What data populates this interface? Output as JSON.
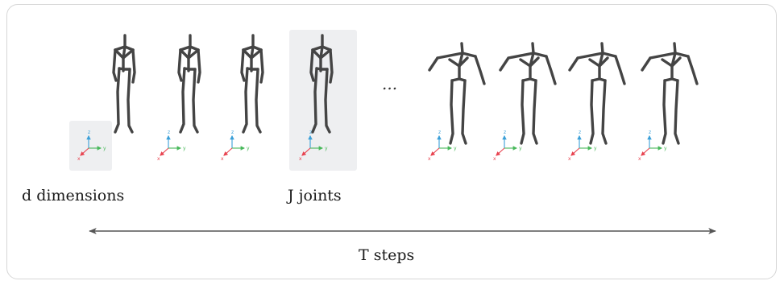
{
  "labels": {
    "dimensions": "d dimensions",
    "joints": "J joints",
    "steps": "T steps",
    "ellipsis": "..."
  },
  "axis_letters": {
    "x": "x",
    "y": "y",
    "z": "z"
  },
  "colors": {
    "skeleton": "#444444",
    "highlight_bg": "#eeeff1",
    "axis_x": "#e8424f",
    "axis_y": "#47b85a",
    "axis_z": "#3a9fd8",
    "arrow": "#555555",
    "frame_border": "#d6d6d6"
  },
  "poses": [
    {
      "pose": "arms-down",
      "highlight_axes": true,
      "highlight_figure": false
    },
    {
      "pose": "arms-down",
      "highlight_axes": false,
      "highlight_figure": false
    },
    {
      "pose": "arms-down",
      "highlight_axes": false,
      "highlight_figure": false
    },
    {
      "pose": "arms-down",
      "highlight_axes": false,
      "highlight_figure": true
    },
    {
      "pose": "arms-raised",
      "highlight_axes": false,
      "highlight_figure": false
    },
    {
      "pose": "arms-raised",
      "highlight_axes": false,
      "highlight_figure": false
    },
    {
      "pose": "arms-raised",
      "highlight_axes": false,
      "highlight_figure": false
    },
    {
      "pose": "arms-raised",
      "highlight_axes": false,
      "highlight_figure": false
    }
  ]
}
